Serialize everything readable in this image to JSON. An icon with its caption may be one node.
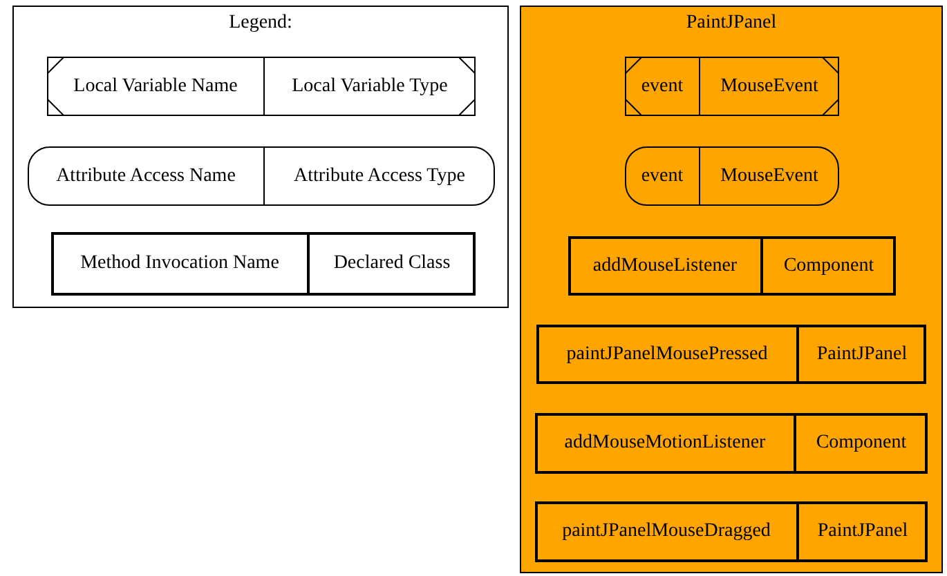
{
  "diagram": {
    "nodes": [
      {
        "text": [
          "Legend:"
        ]
      },
      {
        "text": [
          "Local Variable Name",
          "Local Variable Type"
        ],
        "in": 0
      },
      {
        "text": [
          "Attribute Access Name",
          "Attribute Access Type"
        ],
        "in": 0
      },
      {
        "text": [
          "Method Invocation Name",
          "Declared Class"
        ],
        "in": 0
      },
      {
        "text": [
          "PaintJPanel"
        ]
      },
      {
        "text": [
          "event",
          "MouseEvent"
        ],
        "in": 4
      },
      {
        "text": [
          "event",
          "MouseEvent"
        ],
        "in": 4
      },
      {
        "text": [
          "addMouseListener",
          "Component"
        ],
        "in": 4
      },
      {
        "text": [
          "paintJPanelMousePressed",
          "PaintJPanel"
        ],
        "in": 4
      },
      {
        "text": [
          "addMouseMotionListener",
          "Component"
        ],
        "in": 4
      },
      {
        "text": [
          "paintJPanelMouseDragged",
          "PaintJPanel"
        ],
        "in": 4
      }
    ]
  }
}
